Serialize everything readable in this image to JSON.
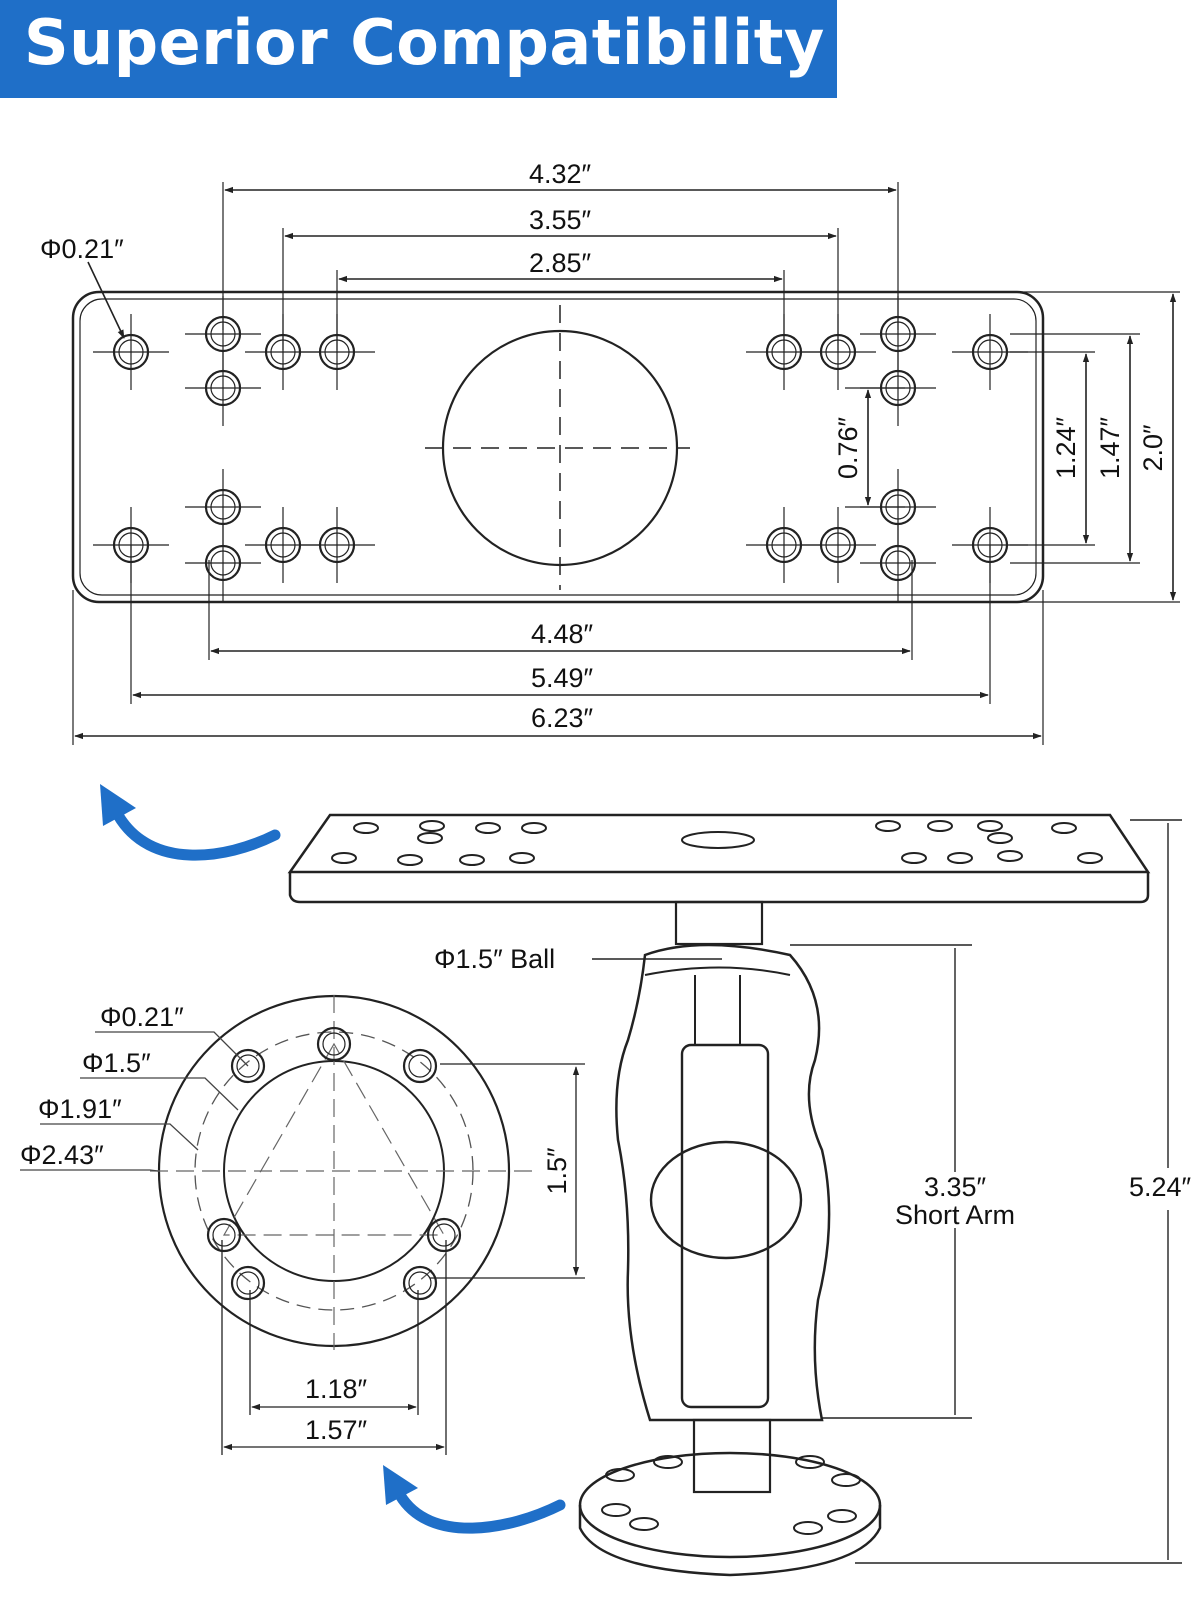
{
  "header": {
    "title": "Superior Compatibility",
    "background_color": "#1f6fc8",
    "text_color": "#ffffff"
  },
  "accent_arrow_color": "#1f6fc8",
  "top_plate": {
    "hole_diameter": "Φ0.21″",
    "widths": [
      "4.32″",
      "3.55″",
      "2.85″"
    ],
    "bottom_widths": [
      "4.48″",
      "5.49″",
      "6.23″"
    ],
    "vertical_dims": [
      "0.76″",
      "1.24″",
      "1.47″",
      "2.0″"
    ]
  },
  "round_base": {
    "diameters": [
      "Φ0.21″",
      "Φ1.5″",
      "Φ1.91″",
      "Φ2.43″"
    ],
    "height_dim": "1.5″",
    "widths": [
      "1.18″",
      "1.57″"
    ]
  },
  "mount": {
    "ball_label": "Φ1.5″ Ball",
    "arm_length": "3.35″",
    "arm_label": "Short Arm",
    "total_height": "5.24″"
  }
}
